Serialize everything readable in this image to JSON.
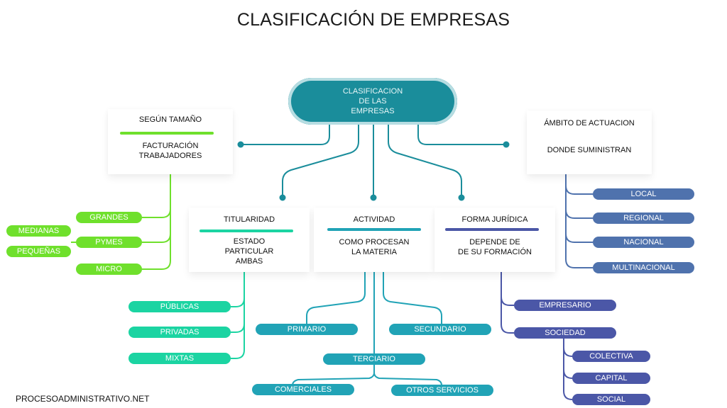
{
  "title": "CLASIFICACIÓN DE EMPRESAS",
  "root": {
    "line1": "CLASIFICACION",
    "line2": "DE LAS",
    "line3": "EMPRESAS"
  },
  "size": {
    "heading": "SEGÚN TAMAÑO",
    "line1": "FACTURACIÓN",
    "line2": "TRABAJADORES",
    "items": [
      "GRANDES",
      "PYMES",
      "MICRO"
    ],
    "sub": [
      "MEDIANAS",
      "PEQUEÑAS"
    ]
  },
  "scope": {
    "heading": "ÁMBITO DE ACTUACION",
    "line1": "DONDE SUMINISTRAN",
    "items": [
      "LOCAL",
      "REGIONAL",
      "NACIONAL",
      "MULTINACIONAL"
    ]
  },
  "ownership": {
    "heading": "TITULARIDAD",
    "line1": "ESTADO",
    "line2": "PARTICULAR",
    "line3": "AMBAS",
    "items": [
      "PÚBLICAS",
      "PRIVADAS",
      "MIXTAS"
    ]
  },
  "activity": {
    "heading": "ACTIVIDAD",
    "line1": "COMO PROCESAN",
    "line2": "LA MATERIA",
    "items": [
      "PRIMARIO",
      "SECUNDARIO",
      "TERCIARIO"
    ],
    "sub": [
      "COMERCIALES",
      "OTROS SERVICIOS"
    ]
  },
  "legal": {
    "heading": "FORMA JURÍDICA",
    "line1": "DEPENDE DE",
    "line2": "DE SU FORMACIÓN",
    "items": [
      "EMPRESARIO",
      "SOCIEDAD"
    ],
    "sub": [
      "COLECTIVA",
      "CAPITAL",
      "SOCIAL"
    ]
  },
  "footer": "PROCESOADMINISTRATIVO.NET",
  "colors": {
    "root": "#1a8d9b",
    "size": "#6fe02c",
    "ownership": "#1bd4a2",
    "activity": "#21a3b6",
    "scope": "#4f72ad",
    "legal": "#4b57a7",
    "connector": "#1a8d9b"
  }
}
